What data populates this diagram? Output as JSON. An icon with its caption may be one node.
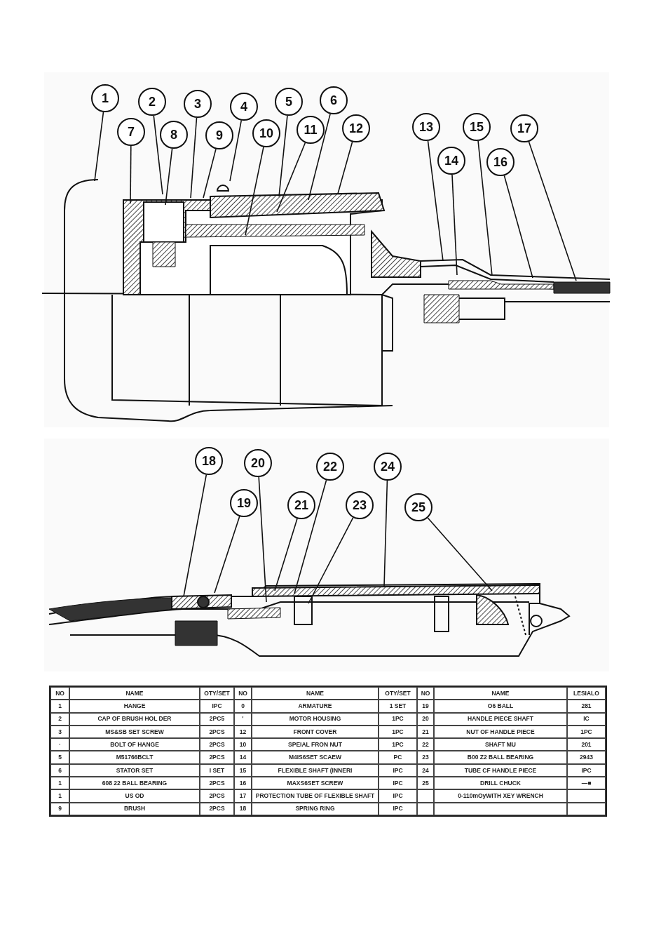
{
  "diagram": {
    "nodes": [
      {
        "text": [
          "1"
        ]
      },
      {
        "text": [
          "2"
        ]
      },
      {
        "text": [
          "3"
        ]
      },
      {
        "text": [
          "4"
        ]
      },
      {
        "text": [
          "5"
        ]
      },
      {
        "text": [
          "6"
        ]
      },
      {
        "text": [
          "7"
        ]
      },
      {
        "text": [
          "8"
        ]
      },
      {
        "text": [
          "9"
        ]
      },
      {
        "text": [
          "10"
        ]
      },
      {
        "text": [
          "11"
        ]
      },
      {
        "text": [
          "12"
        ]
      },
      {
        "text": [
          "13"
        ]
      },
      {
        "text": [
          "14"
        ]
      },
      {
        "text": [
          "15"
        ]
      },
      {
        "text": [
          "16"
        ]
      },
      {
        "text": [
          "17"
        ]
      },
      {
        "text": [
          "18"
        ]
      },
      {
        "text": [
          "19"
        ]
      },
      {
        "text": [
          "20"
        ]
      },
      {
        "text": [
          "21"
        ]
      },
      {
        "text": [
          "22"
        ]
      },
      {
        "text": [
          "23"
        ]
      },
      {
        "text": [
          "24"
        ]
      },
      {
        "text": [
          "25"
        ]
      }
    ],
    "edges": [
      {
        "from": 0,
        "to": null,
        "arrow": "none"
      },
      {
        "from": 1,
        "to": null,
        "arrow": "none"
      },
      {
        "from": 2,
        "to": null,
        "arrow": "none"
      },
      {
        "from": 3,
        "to": null,
        "arrow": "none"
      },
      {
        "from": 4,
        "to": null,
        "arrow": "none"
      },
      {
        "from": 5,
        "to": null,
        "arrow": "none"
      },
      {
        "from": 6,
        "to": null,
        "arrow": "none"
      },
      {
        "from": 7,
        "to": null,
        "arrow": "none"
      },
      {
        "from": 8,
        "to": null,
        "arrow": "none"
      },
      {
        "from": 9,
        "to": null,
        "arrow": "none"
      },
      {
        "from": 10,
        "to": null,
        "arrow": "none"
      },
      {
        "from": 11,
        "to": null,
        "arrow": "none"
      },
      {
        "from": 12,
        "to": null,
        "arrow": "none"
      },
      {
        "from": 13,
        "to": null,
        "arrow": "none"
      },
      {
        "from": 14,
        "to": null,
        "arrow": "none"
      },
      {
        "from": 15,
        "to": null,
        "arrow": "none"
      },
      {
        "from": 16,
        "to": null,
        "arrow": "none"
      },
      {
        "from": 17,
        "to": null,
        "arrow": "none"
      },
      {
        "from": 18,
        "to": null,
        "arrow": "none"
      },
      {
        "from": 19,
        "to": null,
        "arrow": "none"
      },
      {
        "from": 20,
        "to": null,
        "arrow": "none"
      },
      {
        "from": 21,
        "to": null,
        "arrow": "none"
      },
      {
        "from": 22,
        "to": null,
        "arrow": "none"
      },
      {
        "from": 23,
        "to": null,
        "arrow": "none"
      },
      {
        "from": 24,
        "to": null,
        "arrow": "none"
      }
    ],
    "labels": [
      "NO",
      "NAME",
      "OTY/SET",
      "NO",
      "NAME",
      "OTY/SET",
      "NO",
      "NAME",
      "LESIALO",
      "1",
      "HANGE",
      "IPC",
      "0",
      "ARMATURE",
      "1 SET",
      "19",
      "O6 BALL",
      "281",
      "2",
      "CAP OF BRUSH HOL DER",
      "2PC5",
      "'",
      "MOTOR HOUSING",
      "1PC",
      "20",
      "HANDLE PIECE SHAFT",
      "IC",
      "3",
      "MS&SB SET SCREW",
      "2PCS",
      "12",
      "FRONT COVER",
      "1PC",
      "21",
      "NUT OF HANDLE PIECE",
      "1PC",
      "·",
      "BOLT OF HANGE",
      "2PCS",
      "10",
      "SPEIAL FRON NUT",
      "1PC",
      "22",
      "SHAFT MU",
      "201",
      "5",
      "M51766BCLT",
      "2PCS",
      "14",
      "M4IS6SET SCAEW",
      "PC",
      "23",
      "B00 Z2 BALL BEARING",
      "2943",
      "6",
      "STATOR SET",
      "I SET",
      "15",
      "FLEXIBLE SHAFT (INNERI",
      "IPC",
      "24",
      "TUBE CF HANDLE PIECE",
      "IPC",
      "1",
      "608 22 BALL BEARING",
      "2PCS",
      "16",
      "MAXS6SET SCREW",
      "IPC",
      "25",
      "DRILL CHUCK",
      "—■",
      "1",
      "US OD",
      "2PCS",
      "17",
      "PROTECTION TUBE OF FLEXIBLE SHAFT",
      "IPC",
      "0-110mOyWITH XEY WRENCH",
      "9",
      "BRUSH",
      "2PCS",
      "18",
      "SPRING RING",
      "IPC"
    ]
  }
}
